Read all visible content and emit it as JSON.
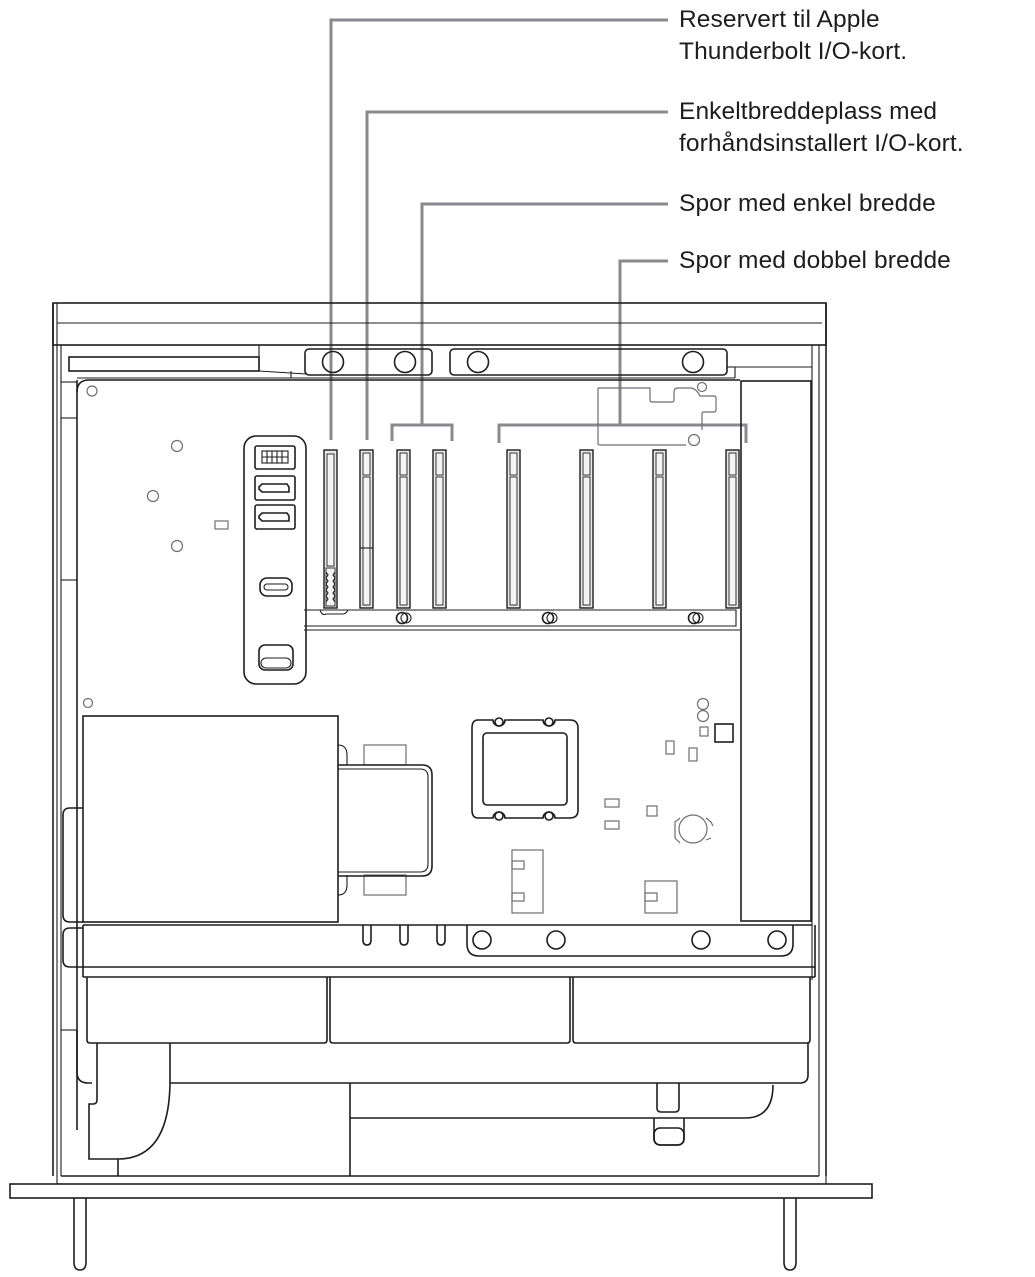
{
  "callouts": [
    {
      "id": "reserved-thunderbolt",
      "lines": [
        "Reservert til Apple",
        "Thunderbolt I/O-kort."
      ]
    },
    {
      "id": "single-width-preinstalled",
      "lines": [
        "Enkeltbreddeplass med",
        "forhåndsinstallert I/O-kort."
      ]
    },
    {
      "id": "single-width-slots",
      "lines": [
        "Spor med enkel bredde"
      ]
    },
    {
      "id": "double-width-slots",
      "lines": [
        "Spor med dobbel bredde"
      ]
    }
  ],
  "colors": {
    "text": "#1d1d1f",
    "leader_line": "#8a8a8e",
    "outline": "#1d1d1f",
    "slot_fill": "#e8e8e8",
    "background": "#ffffff"
  },
  "pcie_slots": {
    "count": 8,
    "groups": [
      {
        "label_ref": "reserved-thunderbolt",
        "slots": [
          1
        ]
      },
      {
        "label_ref": "single-width-preinstalled",
        "slots": [
          2
        ]
      },
      {
        "label_ref": "single-width-slots",
        "slots": [
          3,
          4
        ]
      },
      {
        "label_ref": "double-width-slots",
        "slots": [
          5,
          6,
          7,
          8
        ]
      }
    ]
  }
}
